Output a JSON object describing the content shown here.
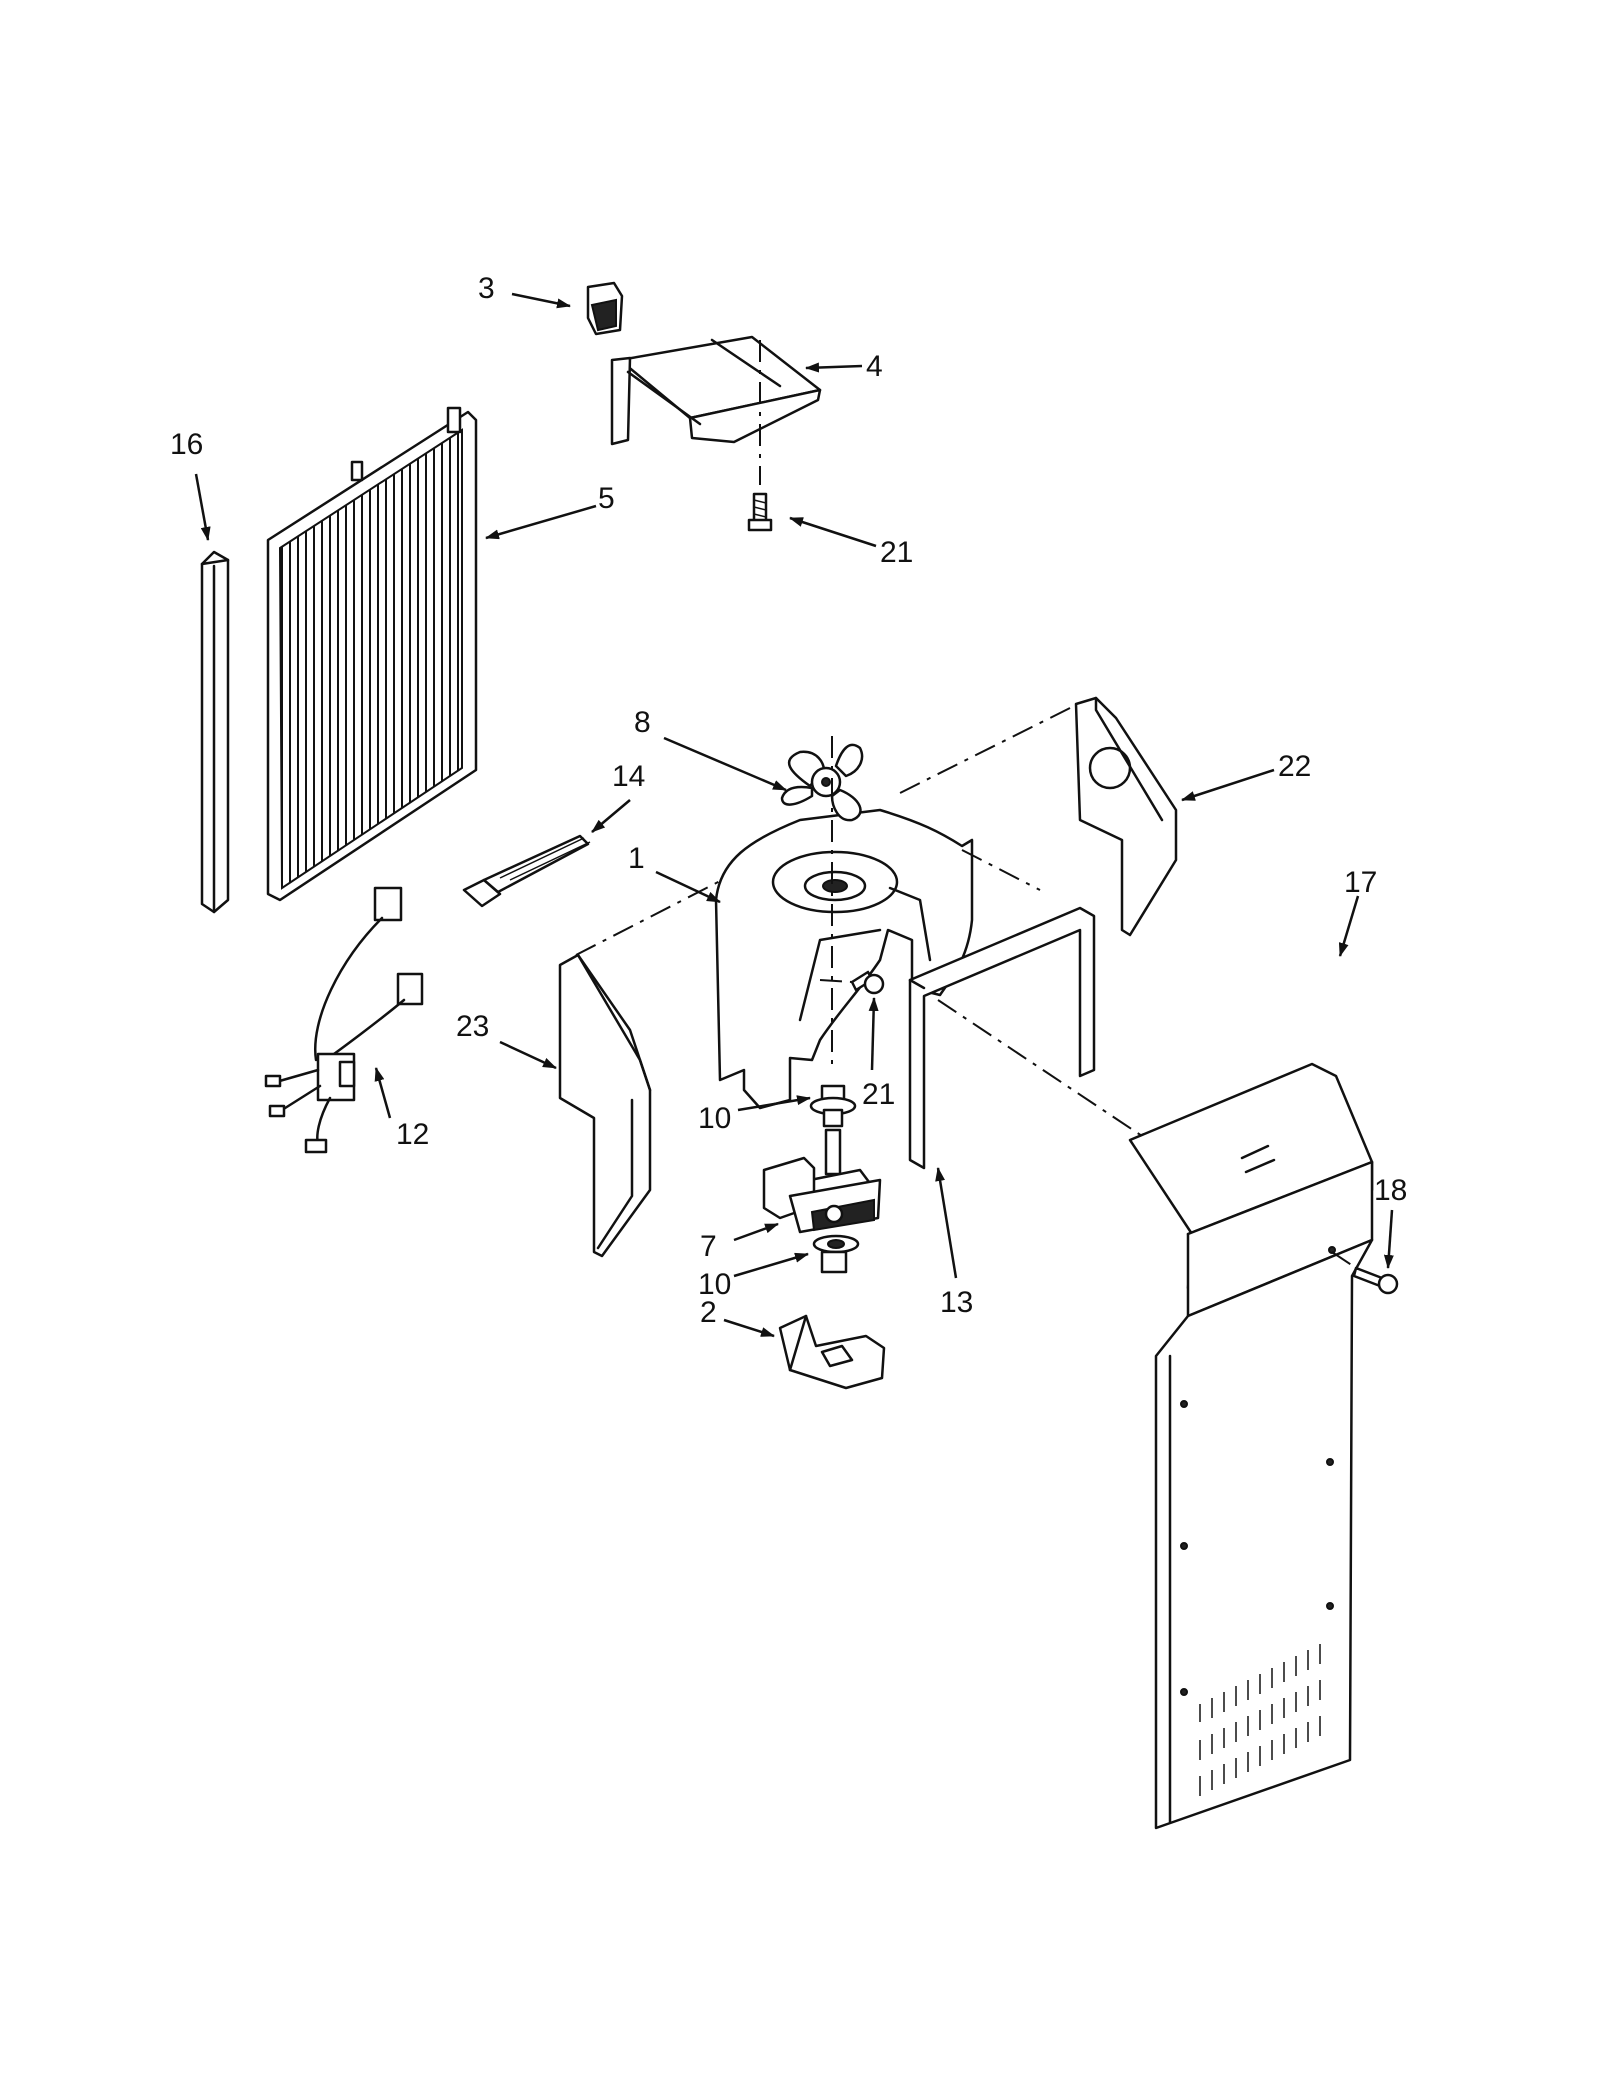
{
  "callouts": {
    "p1": "1",
    "p2": "2",
    "p3": "3",
    "p4": "4",
    "p5": "5",
    "p7": "7",
    "p8": "8",
    "p10a": "10",
    "p10b": "10",
    "p12": "12",
    "p13": "13",
    "p14": "14",
    "p16": "16",
    "p17": "17",
    "p18": "18",
    "p21a": "21",
    "p21b": "21",
    "p22": "22",
    "p23": "23"
  }
}
